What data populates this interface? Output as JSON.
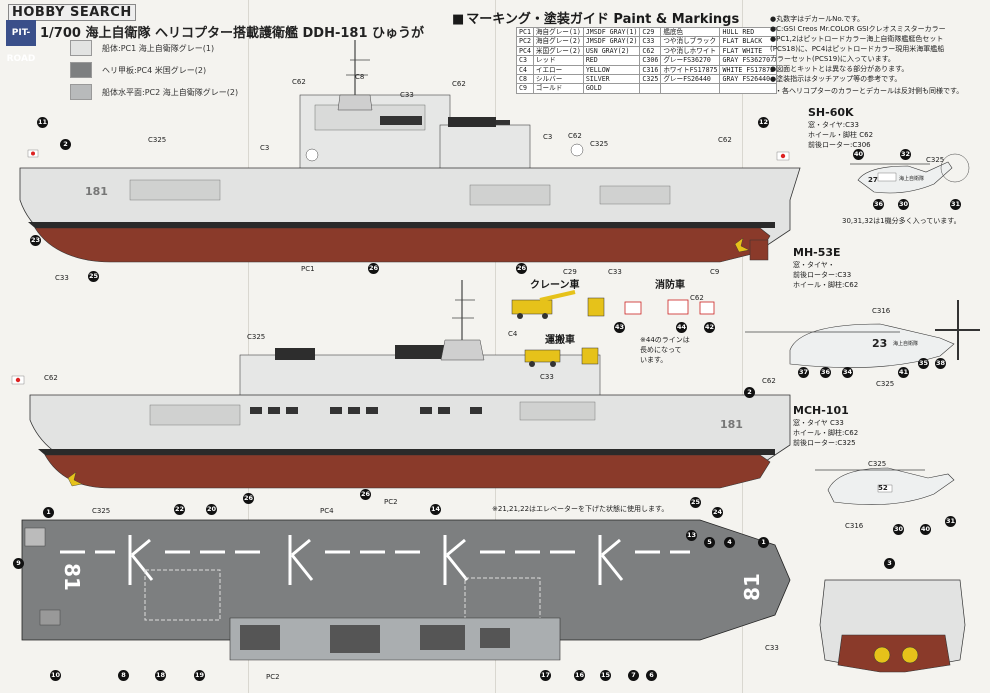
{
  "header": {
    "brand": "HOBBY SEARCH",
    "logo": "PIT-ROAD",
    "title": "1/700 海上自衛隊 ヘリコプター搭載護衛艦 DDH-181 ひゅうが",
    "guide": "マーキング・塗装ガイド Paint & Markings"
  },
  "swatches": [
    {
      "label": "船体:PC1 海上自衛隊グレー(1)",
      "color": "#e2e3e2"
    },
    {
      "label": "ヘリ甲板:PC4 米国グレー(2)",
      "color": "#7d7f80"
    },
    {
      "label": "船体水平面:PC2 海上自衛隊グレー(2)",
      "color": "#b8babb"
    }
  ],
  "color_table": [
    [
      "PC1",
      "海自グレー(1)",
      "JMSDF GRAY(1)",
      "C29",
      "艦底色",
      "HULL RED"
    ],
    [
      "PC2",
      "海自グレー(2)",
      "JMSDF GRAY(2)",
      "C33",
      "つや消しブラック",
      "FLAT BLACK"
    ],
    [
      "PC4",
      "米国グレー(2)",
      "USN GRAY(2)",
      "C62",
      "つや消しホワイト",
      "FLAT WHITE"
    ],
    [
      "C3",
      "レッド",
      "RED",
      "C306",
      "グレーFS36270",
      "GRAY FS36270"
    ],
    [
      "C4",
      "イエロー",
      "YELLOW",
      "C316",
      "ホワイトFS17875",
      "WHITE FS17875"
    ],
    [
      "C8",
      "シルバー",
      "SILVER",
      "C325",
      "グレーFS26440",
      "GRAY FS26440"
    ],
    [
      "C9",
      "ゴールド",
      "GOLD",
      "",
      "",
      ""
    ]
  ],
  "notes": [
    "●丸数字はデカールNo.です。",
    "●C:GSI Creos Mr.COLOR GSIクレオスミスターカラー",
    "●PC1,2はピットロードカラー海上自衛隊艦艇色セット",
    "(PCS18)に、PC4はピットロードカラー現用米海軍艦船",
    "カラーセット(PCS19)に入っています。",
    "●図面とキットとは異なる部分があります。",
    "●塗装指示はタッチアップ等の参考です。"
  ],
  "heli_note": "・各ヘリコプターのカラーとデカールは反対側も同様です。",
  "helicopters": [
    {
      "name": "SH-60K",
      "specs": [
        "窓・タイヤ:C33",
        "ホイール・脚柱 C62",
        "前後ローター:C306"
      ],
      "note": "30,31,32は1機分多く入っています。",
      "code": "27",
      "unit": "海上自衛隊"
    },
    {
      "name": "MH-53E",
      "specs": [
        "窓・タイヤ・",
        "前後ローター:C33",
        "ホイール・脚柱:C62"
      ],
      "code": "23",
      "unit": "海上自衛隊"
    },
    {
      "name": "MCH-101",
      "specs": [
        "窓・タイヤ C33",
        "ホイール・脚柱:C62",
        "前後ローター:C325"
      ],
      "code": "52"
    }
  ],
  "vehicles": {
    "crane": "クレーン車",
    "fire": "消防車",
    "tractor": "運搬車",
    "line_note": [
      "※44のラインは",
      "長めになって",
      "います。"
    ]
  },
  "elevator_note": "※21,21,22はエレベーターを下げた状態に使用します。",
  "hull_number": "181",
  "deck_number": "81",
  "color_labels": {
    "c62": "C62",
    "c8": "C8",
    "c33": "C33",
    "c3": "C3",
    "c325": "C325",
    "pc1": "PC1",
    "c29": "C29",
    "c9": "C9",
    "c4": "C4",
    "pc4": "PC4",
    "pc2": "PC2",
    "c316": "C316",
    "c306": "C306"
  },
  "colors": {
    "hull_gray": "#e2e3e2",
    "hull_red": "#8a3a2a",
    "deck_gray": "#7d7f80",
    "boot_black": "#2a2a2a",
    "yellow": "#e6c21a",
    "navy": "#3a4f8a"
  }
}
